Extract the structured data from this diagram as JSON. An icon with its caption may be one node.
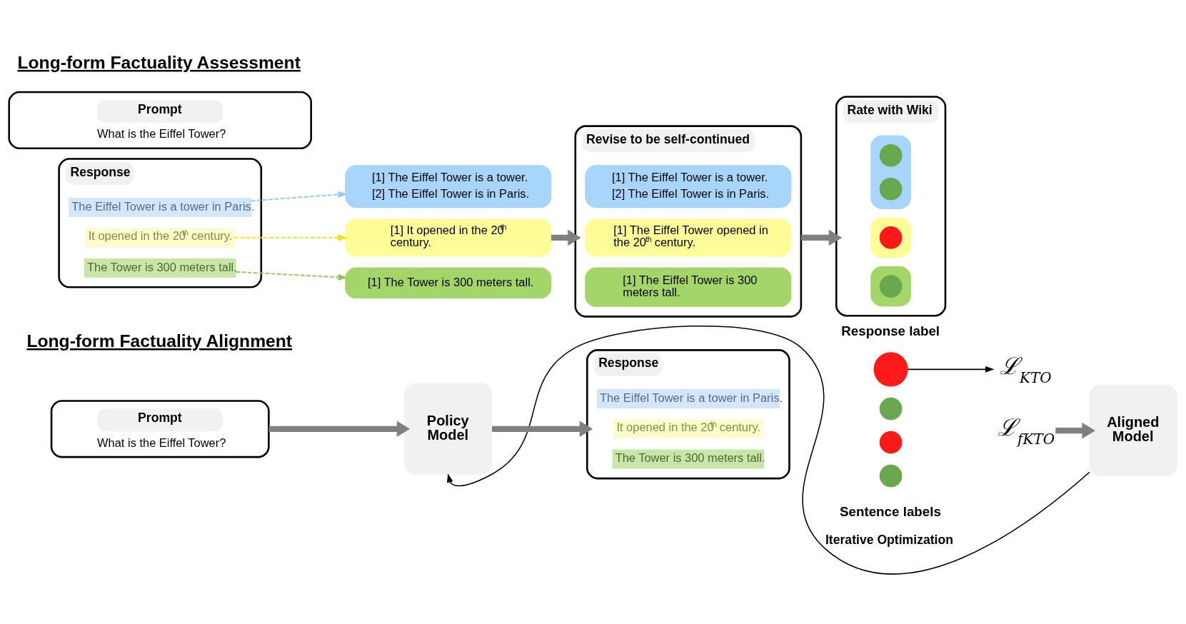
{
  "diagram": {
    "nodes": [
      {
        "text": [
          "Prompt",
          "What is the Eiffel Tower?"
        ]
      },
      {
        "text": [
          "Response"
        ]
      },
      {
        "text": [
          "The Eiffel Tower is a tower in Paris."
        ],
        "in": 1
      },
      {
        "text": [
          "It opened in the 20$^{th}$ century."
        ],
        "in": 1
      },
      {
        "text": [
          "The Tower is 300 meters tall."
        ],
        "in": 1
      },
      {
        "text": [
          "[1] The Eiffel Tower is a tower.",
          "[2] The Eiffel Tower is in Paris."
        ]
      },
      {
        "text": [
          "[1] It opened in the 20$^{th}$ century."
        ]
      },
      {
        "text": [
          "[1] The Tower is 300 meters tall."
        ]
      },
      {
        "text": [
          "Revise to be self-continued"
        ]
      },
      {
        "text": [
          "[1] The Eiffel Tower is a tower.",
          "[2] The Eiffel Tower is in Paris."
        ],
        "in": 8
      },
      {
        "text": [
          "[1] The Eiffel Tower opened in the 20$^{th}$ century."
        ],
        "in": 8
      },
      {
        "text": [
          "[1] The Eiffel Tower is 300 meters tall."
        ],
        "in": 8
      },
      {
        "text": [
          "Rate with Wiki"
        ]
      },
      {
        "text": [],
        "shape": "box",
        "in": 12
      },
      {
        "text": [],
        "shape": "circle",
        "in": 13
      },
      {
        "text": [],
        "shape": "circle",
        "in": 13
      },
      {
        "text": [],
        "shape": "box",
        "in": 12
      },
      {
        "text": [],
        "shape": "circle",
        "in": 16
      },
      {
        "text": [],
        "shape": "box",
        "in": 12
      },
      {
        "text": [],
        "shape": "circle",
        "in": 18
      },
      {
        "text": [
          "Prompt",
          "What is the Eiffel Tower?"
        ]
      },
      {
        "text": [
          "Policy Model"
        ]
      },
      {
        "text": [
          "Response"
        ]
      },
      {
        "text": [
          "The Eiffel Tower is a tower in Paris."
        ],
        "in": 22
      },
      {
        "text": [
          "It opened in the 20$^{th}$ century."
        ],
        "in": 22
      },
      {
        "text": [
          "The Tower is 300 meters tall."
        ],
        "in": 22
      },
      {
        "text": [],
        "shape": "circle",
        "beside": [
          "Response label"
        ]
      },
      {
        "text": [
          "ℒ$_{KTO}$"
        ]
      },
      {
        "text": [],
        "shape": "circle"
      },
      {
        "text": [],
        "shape": "circle"
      },
      {
        "text": [],
        "shape": "circle"
      },
      {
        "text": [
          "ℒ$_{fKTO}$"
        ]
      },
      {
        "text": [
          "Aligned Model"
        ]
      }
    ],
    "edges": [
      {
        "from": 2,
        "to": 5,
        "arrow": "to",
        "style": "dashed",
        "color": "#8ec9f9"
      },
      {
        "from": 3,
        "to": 6,
        "arrow": "to",
        "style": "dashed",
        "color": "#f2e600"
      },
      {
        "from": 4,
        "to": 7,
        "arrow": "to",
        "style": "dashed",
        "color": "#8ccc55"
      },
      {
        "from": 6,
        "to": 8,
        "arrow": "to",
        "style": "thick"
      },
      {
        "from": 8,
        "to": 12,
        "arrow": "to",
        "style": "thick"
      },
      {
        "from": 20,
        "to": 21,
        "arrow": "to",
        "style": "thick"
      },
      {
        "from": 21,
        "to": 22,
        "arrow": "to",
        "style": "thick"
      },
      {
        "from": 26,
        "to": 27,
        "arrow": "to",
        "color": "#000000"
      },
      {
        "from": 31,
        "to": 32,
        "arrow": "to",
        "style": "thick"
      },
      {
        "from": 32,
        "to": 21,
        "arrow": "to",
        "label": "Iterative Optimization",
        "color": "#000000"
      }
    ],
    "labels": [
      "Long-form Factuality Assessment",
      "Long-form Factuality Alignment",
      "Sentence labels"
    ]
  }
}
